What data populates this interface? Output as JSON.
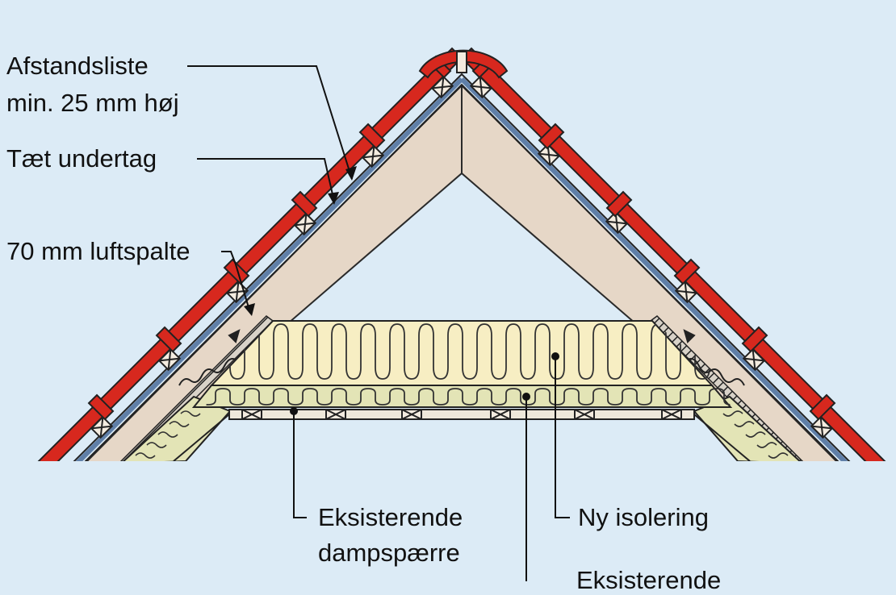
{
  "labels": {
    "afstandsliste_line1": "Afstandsliste",
    "afstandsliste_line2": "min. 25 mm høj",
    "undertag": "Tæt undertag",
    "luftspalte": "70 mm luftspalte",
    "dampspaerre_line1": "Eksisterende",
    "dampspaerre_line2": "dampspærre",
    "ny_isolering": "Ny isolering",
    "eksisterende_isolering_line1": "Eksisterende"
  },
  "colors": {
    "background": "#dcebf6",
    "roof_tile": "#d7281e",
    "rafter_wood": "#e6d7c7",
    "new_insulation": "#f7eec3",
    "existing_insulation": "#e3e4b6",
    "underlay": "#5f7fa8"
  }
}
